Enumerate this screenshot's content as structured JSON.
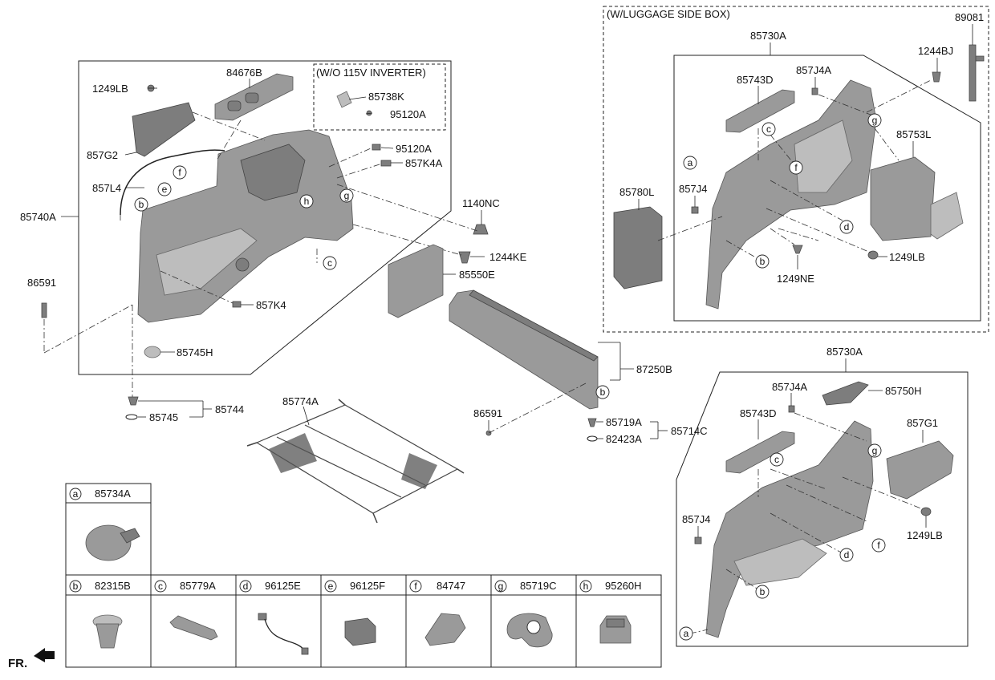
{
  "headers": {
    "luggage_side_box": "(W/LUGGAGE SIDE BOX)",
    "wo_inverter": "(W/O 115V INVERTER)"
  },
  "direction_label": "FR.",
  "labels": {
    "l_1249LB_a": "1249LB",
    "l_84676B": "84676B",
    "l_85738K": "85738K",
    "l_95120A_a": "95120A",
    "l_95120A_b": "95120A",
    "l_857K4A": "857K4A",
    "l_857G2": "857G2",
    "l_857L4": "857L4",
    "l_85740A": "85740A",
    "l_1140NC": "1140NC",
    "l_1244KE": "1244KE",
    "l_85550E": "85550E",
    "l_86591_a": "86591",
    "l_857K4": "857K4",
    "l_85745H": "85745H",
    "l_85744": "85744",
    "l_85745": "85745",
    "l_85774A": "85774A",
    "l_87250B": "87250B",
    "l_86591_b": "86591",
    "l_85719A": "85719A",
    "l_82423A": "82423A",
    "l_85714C": "85714C",
    "l_85730A_a": "85730A",
    "l_89081": "89081",
    "l_1244BJ": "1244BJ",
    "l_85743D_a": "85743D",
    "l_857J4A_a": "857J4A",
    "l_85753L": "85753L",
    "l_85780L": "85780L",
    "l_857J4_a": "857J4",
    "l_1249LB_b": "1249LB",
    "l_1249NE": "1249NE",
    "l_85730A_b": "85730A",
    "l_857J4A_b": "857J4A",
    "l_85750H": "85750H",
    "l_85743D_b": "85743D",
    "l_857G1": "857G1",
    "l_857J4_b": "857J4",
    "l_1249LB_c": "1249LB"
  },
  "callouts": {
    "c_f1": "f",
    "c_e1": "e",
    "c_b1": "b",
    "c_h1": "h",
    "c_g1": "g",
    "c_c1": "c",
    "c_b2": "b",
    "c_c2": "c",
    "c_a2": "a",
    "c_f2": "f",
    "c_g2": "g",
    "c_d2": "d",
    "c_b3": "b",
    "c_c3": "c",
    "c_g3": "g",
    "c_f3": "f",
    "c_d3": "d",
    "c_b4": "b",
    "c_a4": "a"
  },
  "legend": [
    {
      "letter": "a",
      "part": "85734A"
    },
    {
      "letter": "b",
      "part": "82315B"
    },
    {
      "letter": "c",
      "part": "85779A"
    },
    {
      "letter": "d",
      "part": "96125E"
    },
    {
      "letter": "e",
      "part": "96125F"
    },
    {
      "letter": "f",
      "part": "84747"
    },
    {
      "letter": "g",
      "part": "85719C"
    },
    {
      "letter": "h",
      "part": "95260H"
    }
  ]
}
